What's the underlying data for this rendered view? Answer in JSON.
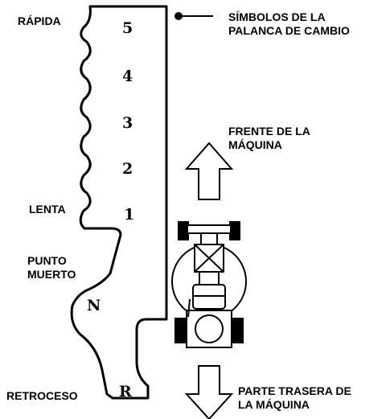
{
  "labels": {
    "rapida": "RÁPIDA",
    "lenta": "LENTA",
    "punto_muerto": "PUNTO\nMUERTO",
    "retroceso": "RETROCESO",
    "simbolos": "SÍMBOLOS DE LA\nPALANCA DE CAMBIO",
    "frente": "FRENTE DE LA\nMÁQUINA",
    "parte_trasera": "PARTE TRASERA DE\nLA MÁQUINA"
  },
  "gears": {
    "g5": "5",
    "g4": "4",
    "g3": "3",
    "g2": "2",
    "g1": "1",
    "neutral": "N",
    "reverse": "R"
  },
  "icons": {
    "bullet": "bullet-dot-icon",
    "forward": "arrow-up-icon",
    "backward": "arrow-down-icon",
    "machine": "tractor-top-view-icon"
  }
}
